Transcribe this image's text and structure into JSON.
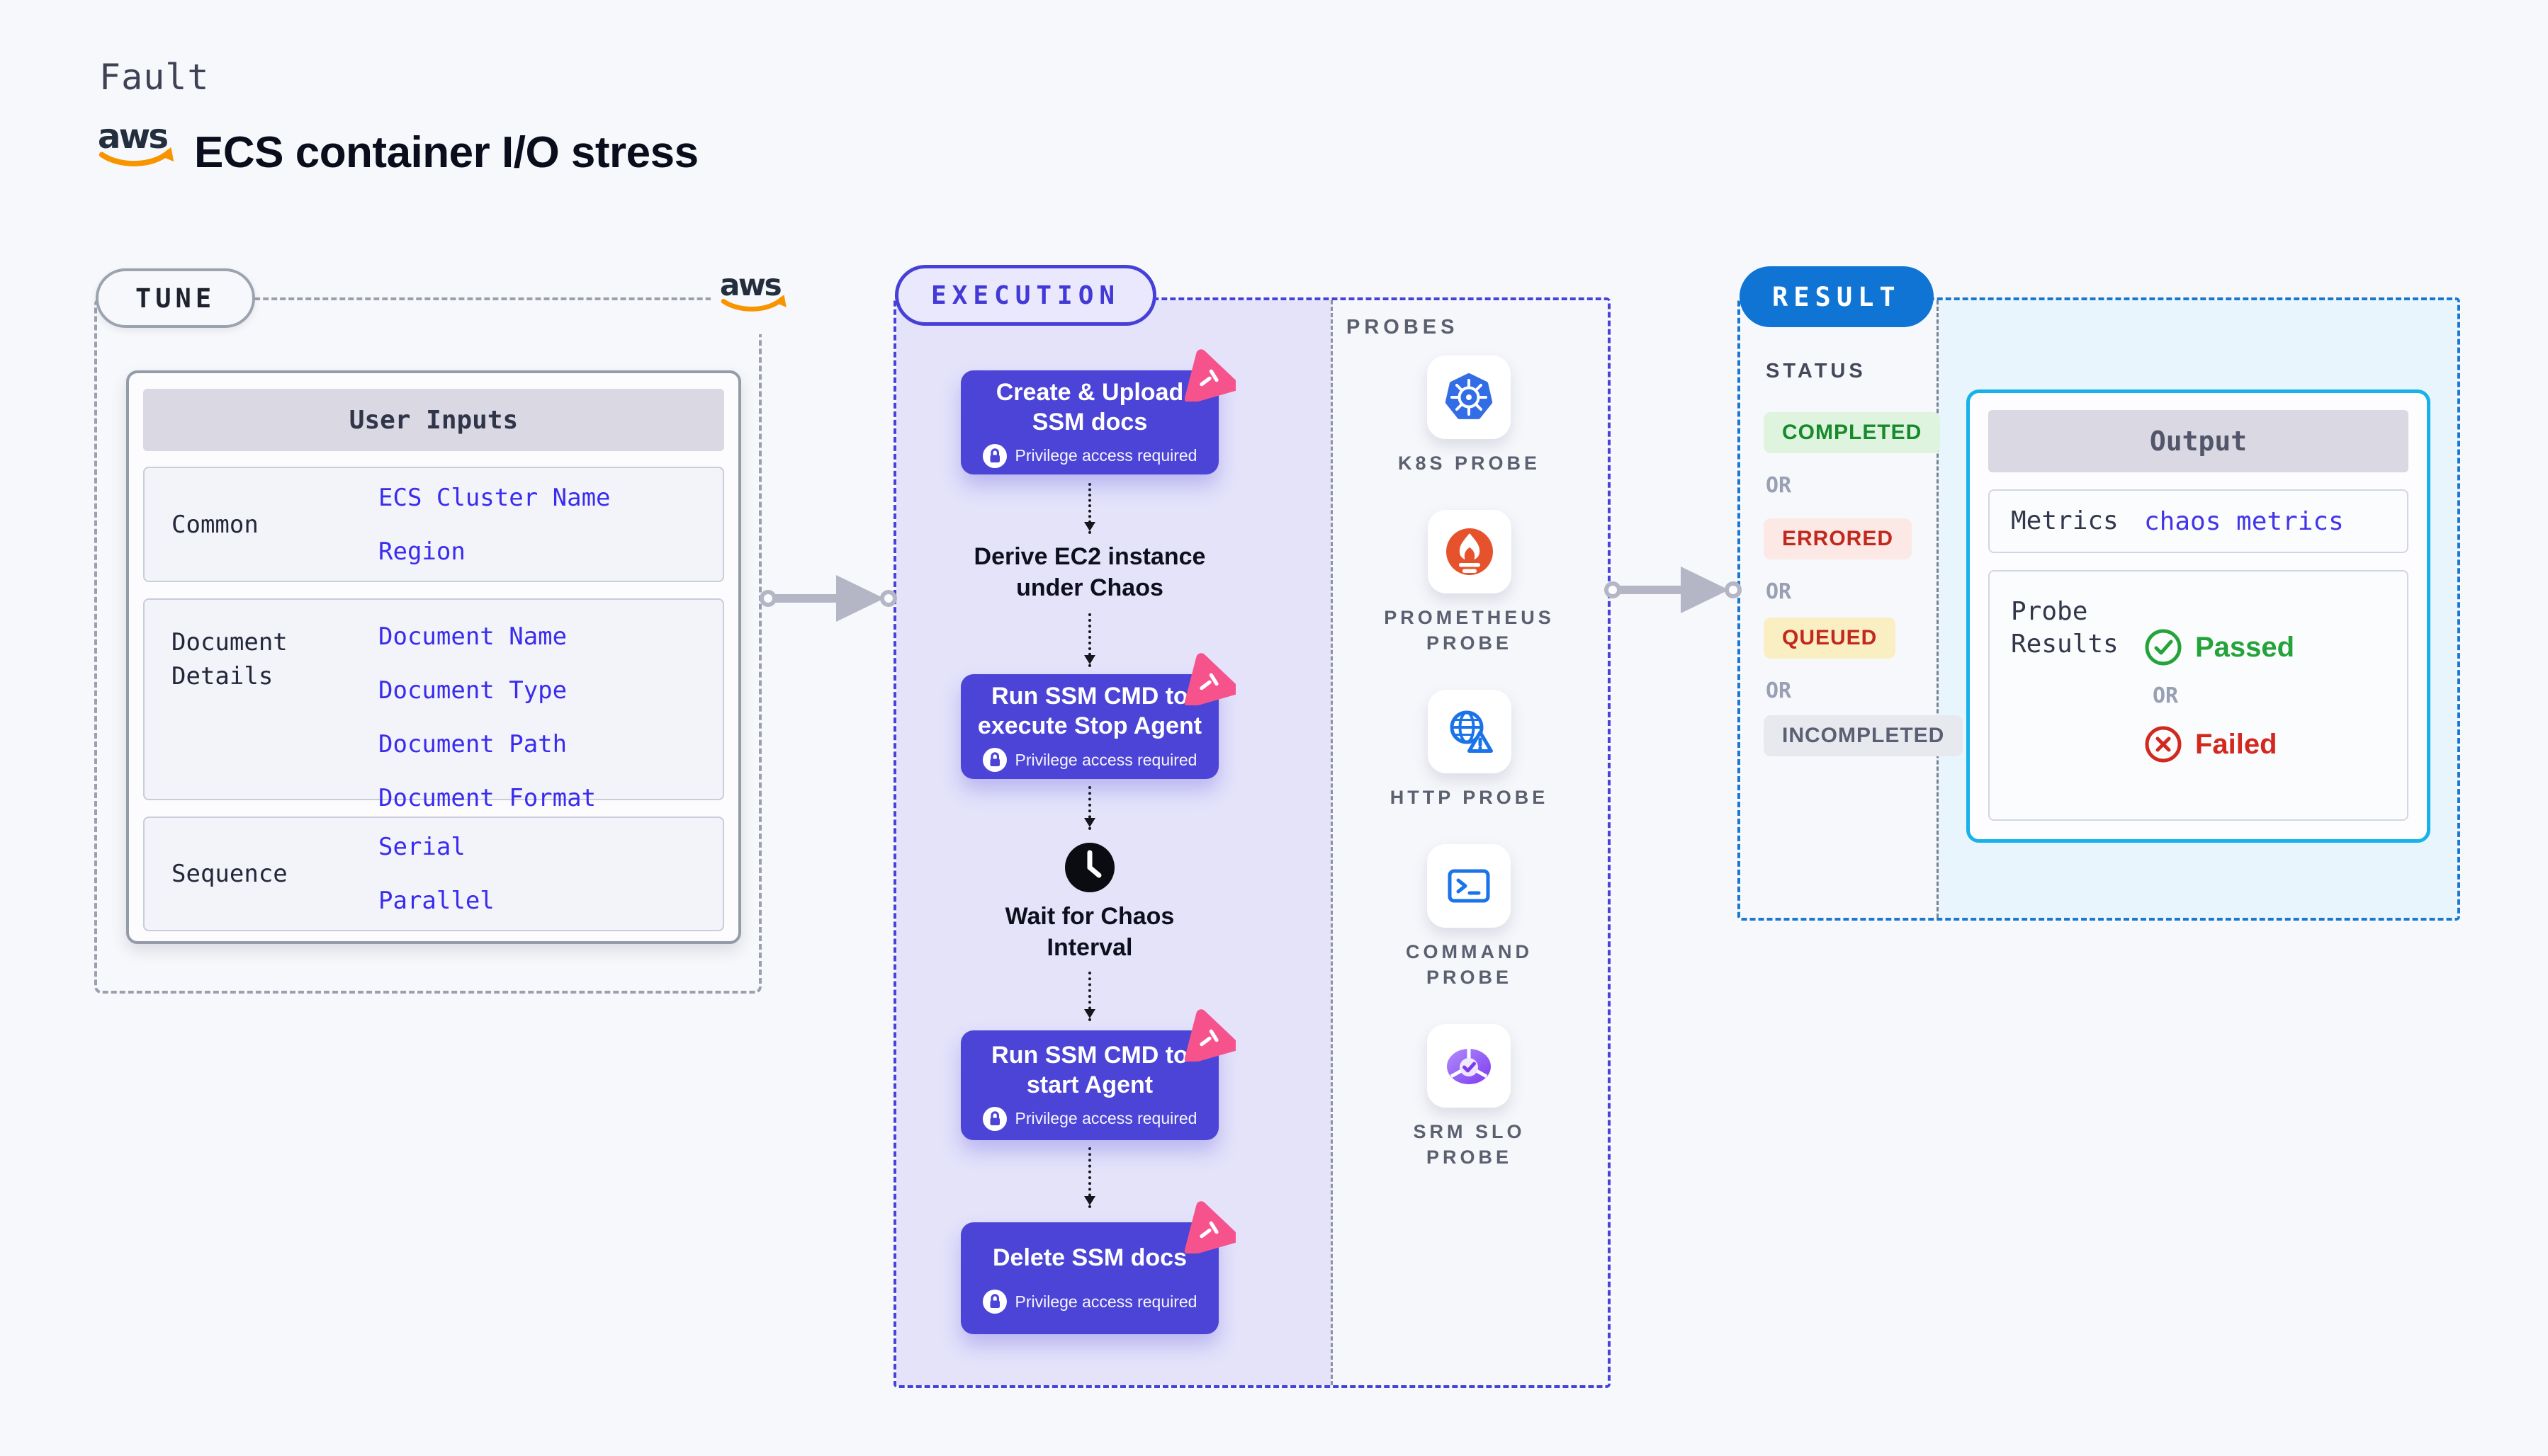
{
  "header": {
    "category": "Fault",
    "brand": "aws",
    "title": "ECS container I/O stress"
  },
  "tune": {
    "pill": "TUNE",
    "card_title": "User Inputs",
    "rows": [
      {
        "label": "Common",
        "values": [
          "ECS Cluster Name",
          "Region"
        ]
      },
      {
        "label": "Document\nDetails",
        "values": [
          "Document Name",
          "Document Type",
          "Document Path",
          "Document Format"
        ]
      },
      {
        "label": "Sequence",
        "values": [
          "Serial",
          "Parallel"
        ]
      }
    ]
  },
  "execution": {
    "pill": "EXECUTION",
    "privilege_label": "Privilege access required",
    "step1_title": "Create & Upload\nSSM docs",
    "derive_text": "Derive EC2 instance\nunder Chaos",
    "step2_title": "Run SSM CMD to\nexecute Stop Agent",
    "wait_text": "Wait for Chaos\nInterval",
    "step3_title": "Run SSM CMD to\nstart Agent",
    "step4_title": "Delete SSM docs"
  },
  "probes": {
    "header": "PROBES",
    "items": [
      {
        "label": "K8S PROBE",
        "icon": "kubernetes-icon"
      },
      {
        "label": "PROMETHEUS\nPROBE",
        "icon": "prometheus-icon"
      },
      {
        "label": "HTTP PROBE",
        "icon": "http-globe-warning-icon"
      },
      {
        "label": "COMMAND\nPROBE",
        "icon": "terminal-icon"
      },
      {
        "label": "SRM SLO\nPROBE",
        "icon": "slo-donut-check-icon"
      }
    ]
  },
  "result": {
    "pill": "RESULT",
    "status_label": "STATUS",
    "or_label": "OR",
    "statuses": [
      {
        "label": "COMPLETED",
        "bg": "#def4df",
        "color": "#178a2c"
      },
      {
        "label": "ERRORED",
        "bg": "#fce9e6",
        "color": "#c2291e"
      },
      {
        "label": "QUEUED",
        "bg": "#f9efc2",
        "color": "#c2291e"
      },
      {
        "label": "INCOMPLETED",
        "bg": "#e8e9ef",
        "color": "#5a6073"
      }
    ],
    "output": {
      "title": "Output",
      "metrics_label": "Metrics",
      "metrics_value": "chaos metrics",
      "probe_results_label": "Probe\nResults",
      "passed_label": "Passed",
      "failed_label": "Failed"
    }
  },
  "colors": {
    "accent_indigo": "#4b44d7",
    "execution_border": "#4743da",
    "execution_fill": "#e4e3fa",
    "value_text": "#3a2cee",
    "result_border": "#1878d2",
    "result_pill": "#0f74d4",
    "output_border": "#17b2e9",
    "output_panel": "#e8f5fc",
    "flag_pink": "#f6538c",
    "aws_orange": "#f79400",
    "passed_green": "#23a33a",
    "failed_red": "#d2281e"
  }
}
